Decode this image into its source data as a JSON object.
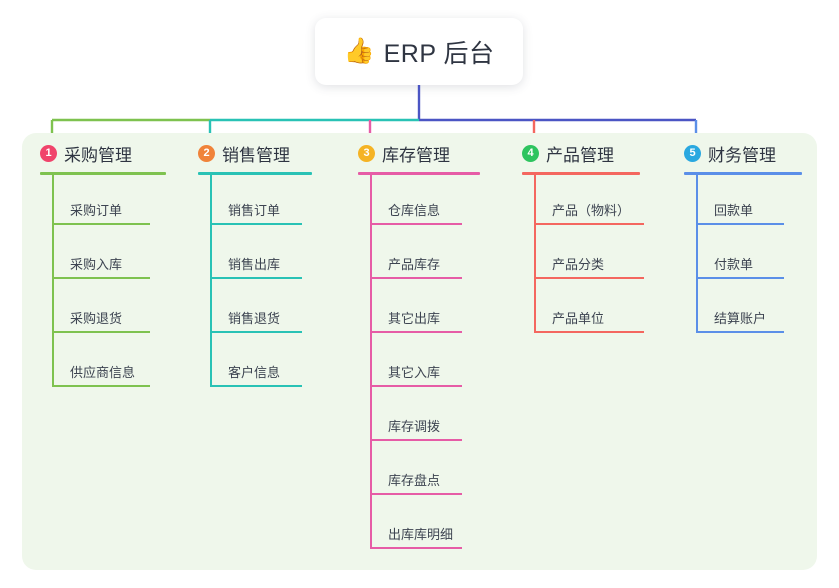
{
  "diagram": {
    "root": {
      "emoji": "👍",
      "emoji_name": "thumbs-up-icon",
      "text": "ERP 后台"
    },
    "panel_bg": "#eff7eb",
    "columns": [
      {
        "number": "1",
        "title": "采购管理",
        "badge_color": "#f0446b",
        "line_color": "#7ec24f",
        "items": [
          "采购订单",
          "采购入库",
          "采购退货",
          "供应商信息"
        ]
      },
      {
        "number": "2",
        "title": "销售管理",
        "badge_color": "#f0833a",
        "line_color": "#29c2b5",
        "items": [
          "销售订单",
          "销售出库",
          "销售退货",
          "客户信息"
        ]
      },
      {
        "number": "3",
        "title": "库存管理",
        "badge_color": "#f5b324",
        "line_color": "#e65ca6",
        "items": [
          "仓库信息",
          "产品库存",
          "其它出库",
          "其它入库",
          "库存调拨",
          "库存盘点",
          "出库库明细"
        ]
      },
      {
        "number": "4",
        "title": "产品管理",
        "badge_color": "#2ec45f",
        "line_color": "#f4675f",
        "items": [
          "产品（物料）",
          "产品分类",
          "产品单位"
        ]
      },
      {
        "number": "5",
        "title": "财务管理",
        "badge_color": "#2aa8e0",
        "line_color": "#5b8fe8",
        "items": [
          "回款单",
          "付款单",
          "结算账户"
        ]
      }
    ],
    "trunk_color": "#4b55c4",
    "bus_segments": [
      {
        "color": "#7ec24f"
      },
      {
        "color": "#29c2b5"
      },
      {
        "color": "#4b55c4"
      }
    ]
  }
}
